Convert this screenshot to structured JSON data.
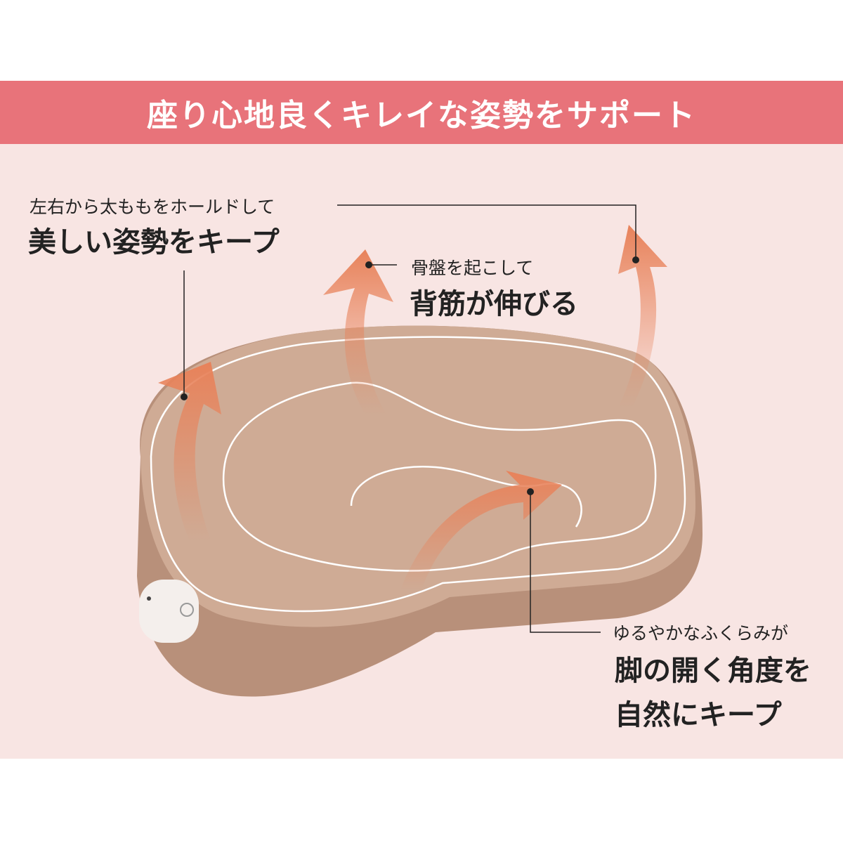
{
  "header": {
    "title": "座り心地良くキレイな姿勢をサポート"
  },
  "callouts": [
    {
      "sub": "左右から太ももをホールドして",
      "main": "美しい姿勢をキープ"
    },
    {
      "sub": "骨盤を起こして",
      "main": "背筋が伸びる"
    },
    {
      "sub": "ゆるやかなふくらみが",
      "main": "脚の開く角度を",
      "main2": "自然にキープ"
    }
  ],
  "colors": {
    "banner": "#e8737a",
    "background": "#f8e5e3",
    "cushion": "#c9a48e",
    "arrow": "#e8825a"
  }
}
